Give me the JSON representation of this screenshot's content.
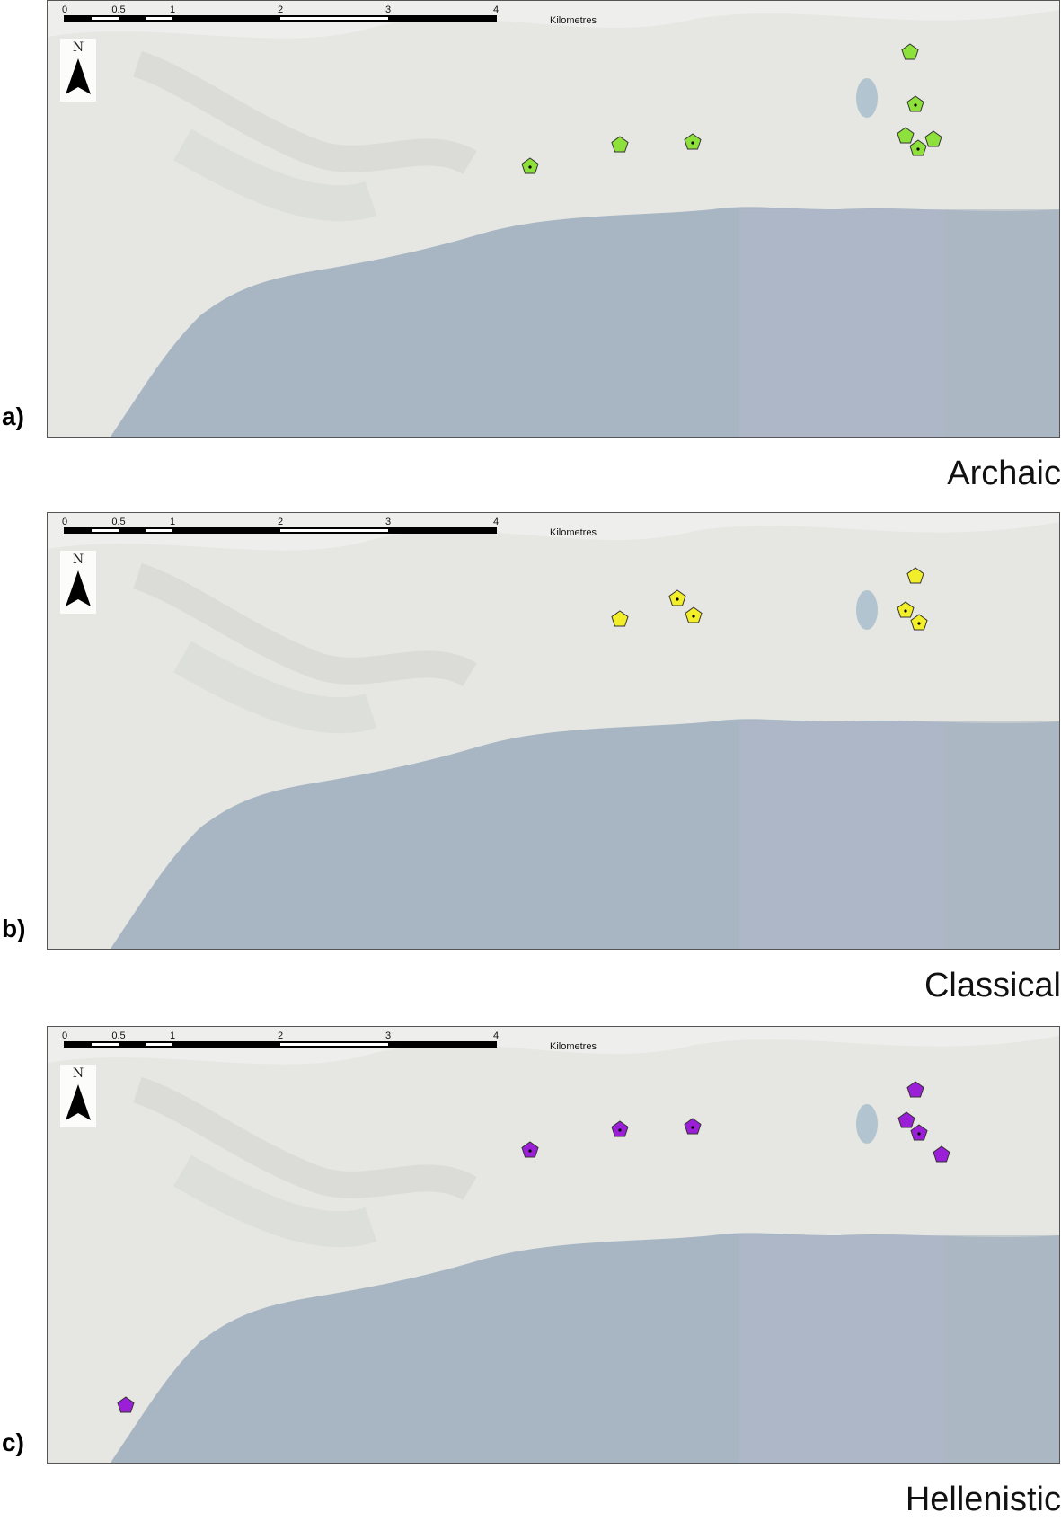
{
  "scale": {
    "ticks": [
      "0",
      "0.5",
      "1",
      "2",
      "3",
      "4"
    ],
    "unit": "Kilometres"
  },
  "north_label": "N",
  "colors": {
    "archaic": "#8ee03a",
    "classical": "#f2ef2a",
    "hellenistic": "#9a1fd6",
    "sea": "#a9b7c6",
    "land": "#e4e6e2"
  },
  "panels": [
    {
      "letter": "a)",
      "period": "Archaic",
      "color_key": "archaic"
    },
    {
      "letter": "b)",
      "period": "Classical",
      "color_key": "classical"
    },
    {
      "letter": "c)",
      "period": "Hellenistic",
      "color_key": "hellenistic"
    }
  ],
  "icons": {
    "site_marker": "pentagon-site-icon",
    "north_arrow": "north-arrow-icon"
  }
}
